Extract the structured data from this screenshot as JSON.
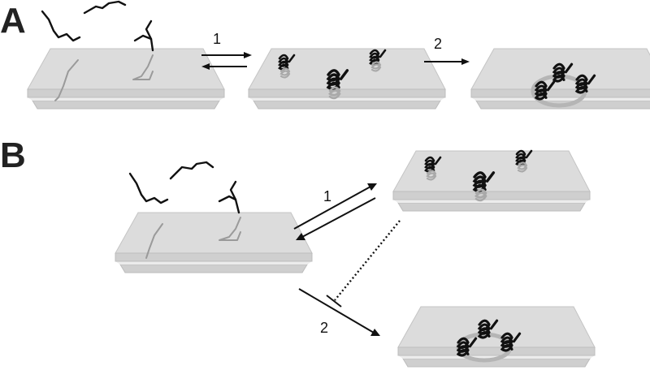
{
  "panels": {
    "a": {
      "letter": "A",
      "step1": "1",
      "step2": "2"
    },
    "b": {
      "letter": "B",
      "step1": "1",
      "step2": "2"
    }
  },
  "colors": {
    "membrane": "#dcdcdc",
    "peptide": "#111111",
    "ghost": "#9a9a9a"
  }
}
